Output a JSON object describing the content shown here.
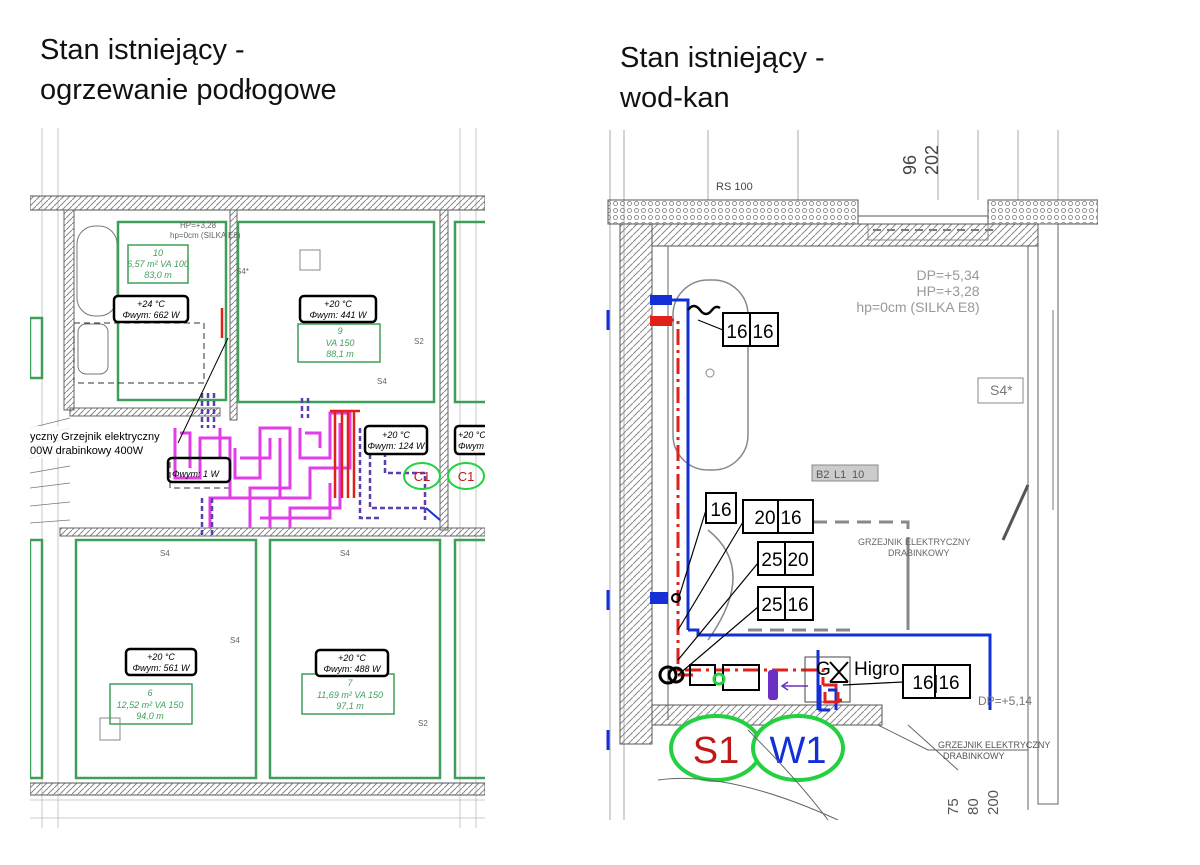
{
  "left_panel": {
    "title_line1": "Stan istniejący -",
    "title_line2": "ogrzewanie podłogowe",
    "rooms": [
      {
        "number": "10",
        "area": "6,57 m² VA 100",
        "pipe": "83,0 m",
        "temp": "+24 °C",
        "power": "Φwym: 662 W"
      },
      {
        "number": "9",
        "area": "VA 150",
        "pipe": "88,1 m",
        "temp": "+20 °C",
        "power": "Φwym: 441 W"
      },
      {
        "number": "6",
        "area": "12,52 m² VA 150",
        "pipe": "94,0 m",
        "temp": "+20 °C",
        "power": "Φwym: 561 W"
      },
      {
        "number": "7",
        "area": "11,69 m² VA 150",
        "pipe": "97,1 m",
        "temp": "+20 °C",
        "power": "Φwym: 488 W"
      }
    ],
    "hall": {
      "temp": "+20 °C",
      "power": "Φwym: 124 W",
      "power2": "Φwym: 1 W"
    },
    "right_edge": {
      "temp": "+20 °C",
      "power": "Φwym"
    },
    "heater_line1": "yczny Grzejnik elektryczny",
    "heater_line2": "00W     drabinkowy  400W",
    "hp_label": "HP=+3,28",
    "hp0_label": "hp=0cm (SILKA E8)",
    "tags": [
      "C1",
      "C1"
    ],
    "s_labels": [
      "S4*",
      "S2",
      "S4",
      "S4",
      "S4",
      "S4",
      "S2"
    ]
  },
  "right_panel": {
    "title_line1": "Stan istniejący -",
    "title_line2": "wod-kan",
    "rs_label": "RS 100",
    "dim_top": [
      "96",
      "202"
    ],
    "dp_label": "DP=+5,34",
    "hp_label": "HP=+3,28",
    "hp0_label": "hp=0cm (SILKA E8)",
    "s4_label": "S4*",
    "room_code": [
      "B2",
      "L1",
      "10"
    ],
    "heater_line1": "GRZEJNIK ELEKTRYCZNY",
    "heater_line2": "DRABINKOWY",
    "pipe_labels": [
      "16|16",
      "16",
      "20|16",
      "25|20",
      "25|16",
      "16|16"
    ],
    "higro_label": "Higro",
    "gx_label": "G",
    "circles": [
      "S1",
      "W1"
    ],
    "dp_bottom": "DP=+5,14",
    "bottom_dims": [
      "75",
      "80",
      "200"
    ],
    "bottom_heater1": "GRZEJNIK ELEKTRYCZNY",
    "bottom_heater2": "DRABINKOWY"
  },
  "colors": {
    "green": "#3f9f5a",
    "magenta": "#e23ee8",
    "purple": "#5b3fb0",
    "red": "#e0201a",
    "blue": "#1330d8",
    "bright_green": "#22d040"
  }
}
